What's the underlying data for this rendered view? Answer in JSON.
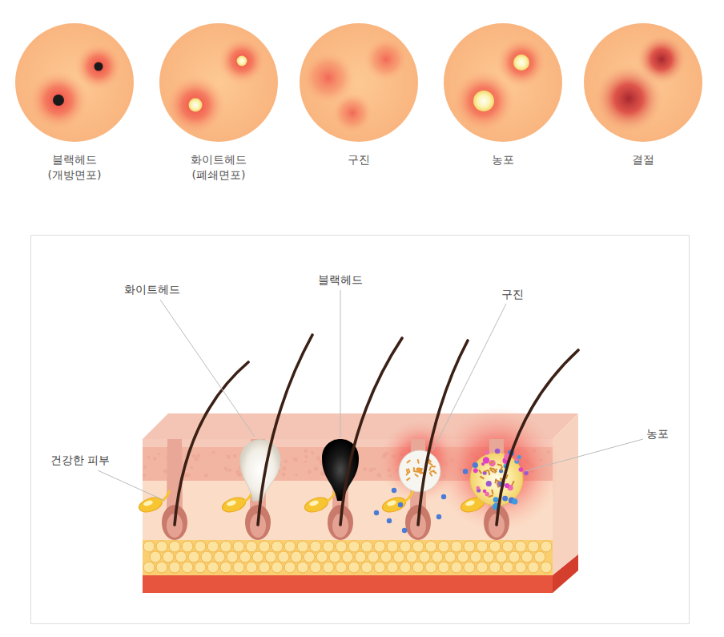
{
  "diagram": {
    "nodes": [
      {
        "text": [
          "블랙헤드",
          "(개방면포)"
        ]
      },
      {
        "text": [
          "화이트헤드",
          "(폐쇄면포)"
        ]
      },
      {
        "text": [
          "구진"
        ]
      },
      {
        "text": [
          "농포"
        ]
      },
      {
        "text": [
          "결절"
        ]
      }
    ],
    "labels": [
      "화이트헤드",
      "블랙헤드",
      "구진",
      "농포",
      "건강한 피부"
    ]
  }
}
